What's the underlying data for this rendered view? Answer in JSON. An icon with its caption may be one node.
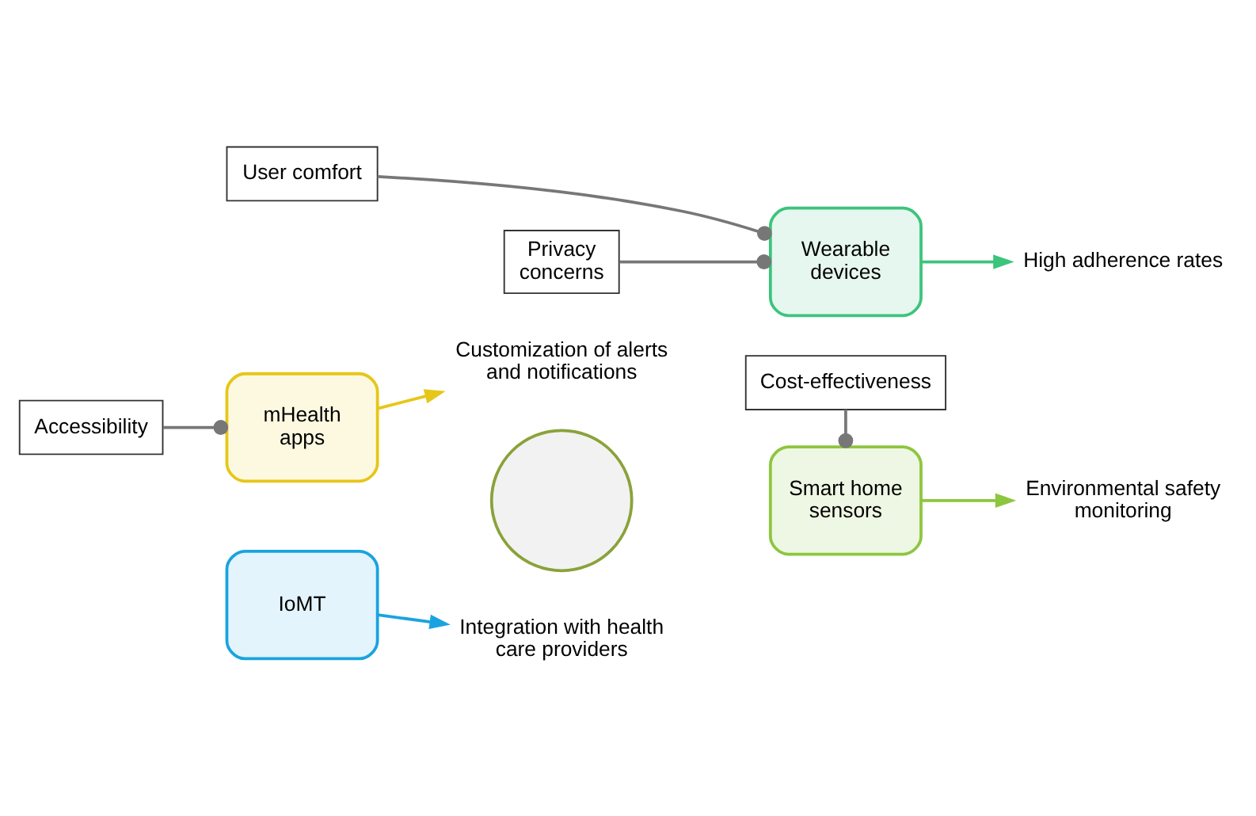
{
  "diagram": {
    "nodes": [
      {
        "text": [],
        "shape": "circle"
      },
      {
        "text": [
          "mHealth apps"
        ]
      },
      {
        "text": [
          "Wearable devices"
        ]
      },
      {
        "text": [
          "Smart home sensors"
        ]
      },
      {
        "text": [
          "IoMT"
        ]
      },
      {
        "text": [
          "User comfort"
        ]
      },
      {
        "text": [
          "Customization of alerts and notifications"
        ]
      },
      {
        "text": [
          "High adherence rates"
        ]
      },
      {
        "text": [
          "Privacy concerns"
        ]
      },
      {
        "text": [
          "Accessibility"
        ]
      },
      {
        "text": [
          "Environmental safety monitoring"
        ]
      },
      {
        "text": [
          "Integration with health care providers"
        ]
      },
      {
        "text": [
          "Cost-effectiveness"
        ]
      }
    ],
    "edges": [
      {
        "from": 5,
        "to": 2,
        "arrow": "other",
        "color": "#777777"
      },
      {
        "from": 1,
        "to": 6,
        "arrow": "to",
        "color": "#e6c619"
      },
      {
        "from": 2,
        "to": 7,
        "arrow": "to",
        "color": "#3cc47c"
      },
      {
        "from": 8,
        "to": 2,
        "arrow": "other",
        "color": "#777777"
      },
      {
        "from": 9,
        "to": 1,
        "arrow": "other",
        "color": "#777777"
      },
      {
        "from": 3,
        "to": 10,
        "arrow": "to",
        "color": "#8dc63f"
      },
      {
        "from": 4,
        "to": 11,
        "arrow": "to",
        "color": "#1aa3e0"
      },
      {
        "from": 12,
        "to": 3,
        "arrow": "other",
        "color": "#777777"
      }
    ]
  }
}
